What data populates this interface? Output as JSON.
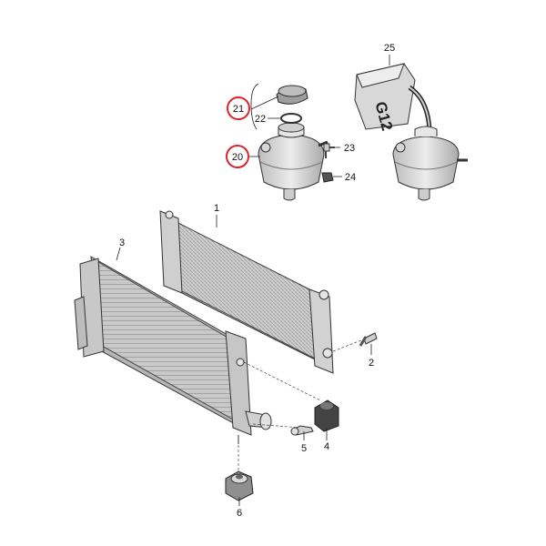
{
  "callouts": [
    {
      "id": "c1",
      "text": "1",
      "highlighted": false
    },
    {
      "id": "c2",
      "text": "2",
      "highlighted": false
    },
    {
      "id": "c3",
      "text": "3",
      "highlighted": false
    },
    {
      "id": "c4",
      "text": "4",
      "highlighted": false
    },
    {
      "id": "c5",
      "text": "5",
      "highlighted": false
    },
    {
      "id": "c6",
      "text": "6",
      "highlighted": false
    },
    {
      "id": "c20",
      "text": "20",
      "highlighted": true
    },
    {
      "id": "c21",
      "text": "21",
      "highlighted": true
    },
    {
      "id": "c22",
      "text": "22",
      "highlighted": false
    },
    {
      "id": "c23",
      "text": "23",
      "highlighted": false
    },
    {
      "id": "c24",
      "text": "24",
      "highlighted": false
    },
    {
      "id": "c25",
      "text": "25",
      "highlighted": false
    }
  ],
  "bottle_label": "G12",
  "colors": {
    "highlight_ring": "#e0242b",
    "part_fill": "#d9d9d9",
    "part_dark": "#9a9a9a",
    "line": "#333333"
  }
}
